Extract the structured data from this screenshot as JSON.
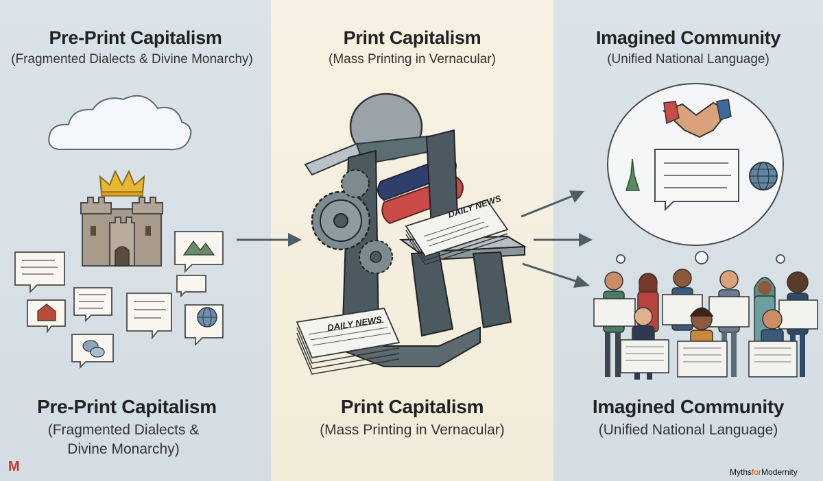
{
  "columns": [
    {
      "title": "Pre-Print Capitalism",
      "subtitle": "(Fragmented Dialects & Divine Monarchy)",
      "bottom_title": "Pre-Print Capitalism",
      "bottom_subtitle_line1": "(Fragmented Dialects &",
      "bottom_subtitle_line2": "Divine Monarchy)"
    },
    {
      "title": "Print Capitalism",
      "subtitle": "(Mass Printing in Vernacular)",
      "bottom_title": "Print Capitalism",
      "bottom_subtitle": "(Mass Printing in Vernacular)"
    },
    {
      "title": "Imagined Community",
      "subtitle": "(Unified National Language)",
      "bottom_title": "Imagined Community",
      "bottom_subtitle": "(Unified National Language)"
    }
  ],
  "newspaper": {
    "headline": "DAILY NEWS"
  },
  "logo": "M",
  "brand": {
    "part1": "Myths",
    "part2": "for",
    "part3": "Modernity"
  },
  "colors": {
    "panel_side": "#d6e0e6",
    "panel_center": "#f4eedd",
    "ink_dark": "#4a5a63",
    "red_roller": "#c94a47",
    "blue_roller": "#2f3e6a"
  }
}
